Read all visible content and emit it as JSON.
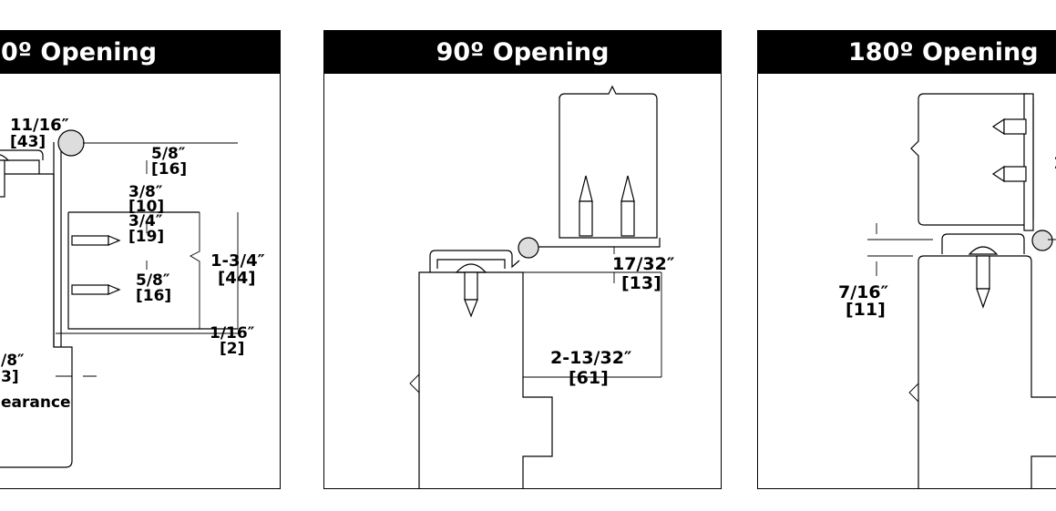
{
  "panels": [
    {
      "title": "0º Opening",
      "labels": {
        "d1": "11/16″",
        "d1m": "[43]",
        "d2": "5/8″",
        "d2m": "[16]",
        "d3": "3/8″",
        "d3m": "[10]",
        "d4": "3/4″",
        "d4m": "[19]",
        "d5": "1-3/4″",
        "d5m": "[44]",
        "d6": "5/8″",
        "d6m": "[16]",
        "d7": "1/16″",
        "d7m": "[2]",
        "d8": "/8″",
        "d8m": "3]",
        "d9": "earance"
      }
    },
    {
      "title": "90º Opening",
      "labels": {
        "d1": "17/32″",
        "d1m": "[13]",
        "d2": "2-13/32″",
        "d2m": "[61]"
      }
    },
    {
      "title": "180º Opening",
      "labels": {
        "d1": "7/16″",
        "d1m": "[11]",
        "d2": "1"
      }
    }
  ]
}
